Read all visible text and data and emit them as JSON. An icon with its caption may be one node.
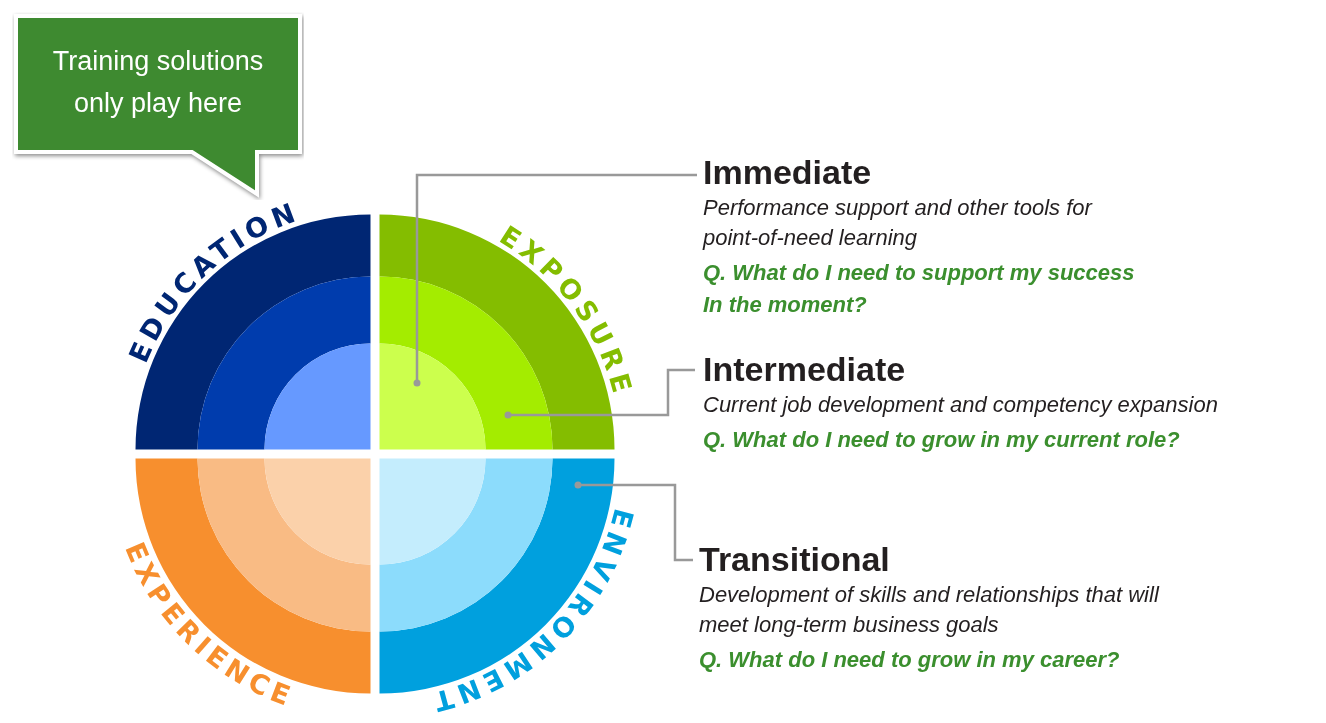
{
  "diagram": {
    "nodes": [
      {
        "text": [
          "Training solutions only play here"
        ]
      },
      {
        "text": [],
        "shape": "arc"
      },
      {
        "text": [],
        "shape": "arc"
      },
      {
        "text": [],
        "shape": "arc"
      },
      {
        "text": [
          "Immediate",
          "Performance support and other tools for point-of-need learning",
          "Q. What do I need to support my success In the moment?"
        ]
      },
      {
        "text": [
          "Intermediate",
          "Current job development and competency expansion",
          "Q. What do I need to grow in my current role?"
        ]
      },
      {
        "text": [
          "Transitional",
          "Development of skills and relationships that will meet long-term business goals",
          "Q. What do I need to grow in my career?"
        ]
      }
    ],
    "edges": [
      {
        "from": 4,
        "to": 1,
        "arrow": "other"
      },
      {
        "from": 5,
        "to": 2,
        "arrow": "other"
      },
      {
        "from": 6,
        "to": 3,
        "arrow": "other"
      }
    ],
    "labels": [
      "EDUCATION",
      "EXPOSURE",
      "ENVIRONMENT",
      "EXPERIENCE"
    ]
  }
}
